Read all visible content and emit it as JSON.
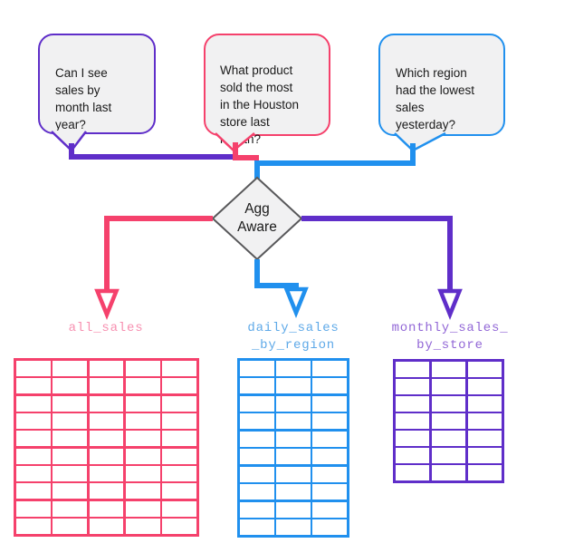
{
  "colors": {
    "purple": "#5F2EC9",
    "pink": "#F5416C",
    "blue": "#2090EE",
    "purple-light": "#9166D6",
    "pink-light": "#F78FB0",
    "blue-light": "#5EA9E8",
    "bubble-fill": "#F1F1F2",
    "diamond-border": "#58585A"
  },
  "bubbles": [
    {
      "id": "sales-by-month",
      "accent": "purple",
      "text": "Can I see\nsales by\nmonth last\nyear?"
    },
    {
      "id": "houston-top-product",
      "accent": "pink",
      "text": "What product\nsold the most\nin the Houston\nstore last\nmonth?"
    },
    {
      "id": "lowest-region",
      "accent": "blue",
      "text": "Which region\nhad the lowest\nsales\nyesterday?"
    }
  ],
  "decision": {
    "label": "Agg\nAware"
  },
  "tables": [
    {
      "name": "all_sales",
      "label": "all_sales",
      "accent": "pink",
      "cols": 5,
      "rows": 10
    },
    {
      "name": "daily_sales_by_region",
      "label": "daily_sales\n_by_region",
      "accent": "blue",
      "cols": 3,
      "rows": 10
    },
    {
      "name": "monthly_sales_by_store",
      "label": "monthly_sales_\nby_store",
      "accent": "purple",
      "cols": 3,
      "rows": 7
    }
  ]
}
